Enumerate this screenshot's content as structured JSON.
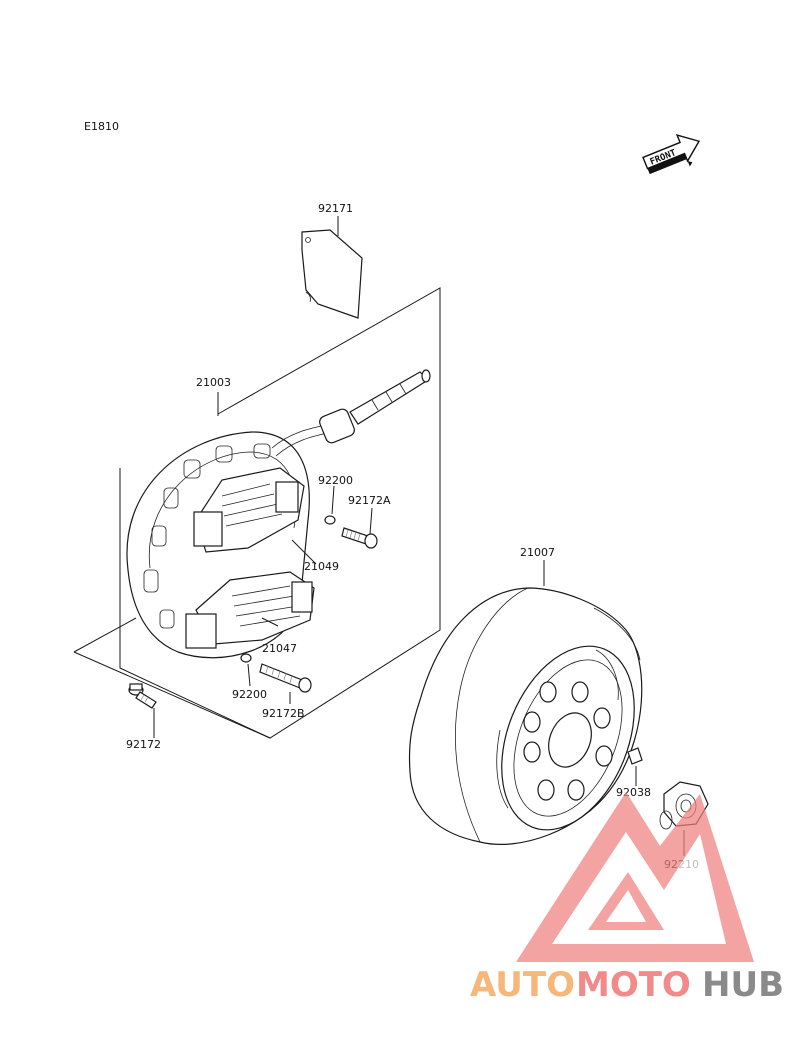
{
  "diagram_code": "E1810",
  "front_label": "FRONT",
  "parts": {
    "p92171": "92171",
    "p21003": "21003",
    "p92200a": "92200",
    "p92172A": "92172A",
    "p21049": "21049",
    "p21047": "21047",
    "p92200b": "92200",
    "p92172B": "92172B",
    "p92172": "92172",
    "p21007": "21007",
    "p92038": "92038",
    "p92210": "92210"
  },
  "watermark": {
    "text_auto": "AUTO",
    "text_moto": "MOTO",
    "text_hub": "HUB",
    "color_auto": "#f5b87a",
    "color_moto": "#f28a8a",
    "color_hub": "#8a8a8a"
  }
}
